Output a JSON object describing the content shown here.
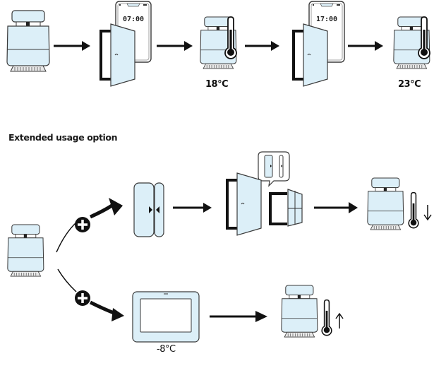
{
  "diagram": {
    "top_flow": {
      "steps": [
        {
          "type": "thermostat-valve"
        },
        {
          "type": "door-phone",
          "time": "07:00"
        },
        {
          "type": "thermostat-valve-thermometer",
          "temperature": "18°C",
          "thermometer_level": "high"
        },
        {
          "type": "door-phone",
          "time": "17:00"
        },
        {
          "type": "thermostat-valve-thermometer",
          "temperature": "23°C",
          "thermometer_level": "high"
        }
      ]
    },
    "section_heading": "Extended usage option",
    "extended_flow": {
      "source": {
        "type": "thermostat-valve"
      },
      "branches": [
        {
          "connector": "plus",
          "device": "door-window-sensor",
          "then": "door-and-window-open",
          "result": {
            "type": "thermostat-valve",
            "trend": "down",
            "trend_icon": "arrow-down-icon"
          }
        },
        {
          "connector": "plus",
          "device": "outdoor-display",
          "device_label": "-8°C",
          "result": {
            "type": "thermostat-valve",
            "trend": "up",
            "trend_icon": "arrow-up-icon"
          }
        }
      ]
    },
    "colors": {
      "fill": "#dceff8",
      "stroke": "#3a3a3a",
      "dark": "#111111"
    }
  }
}
